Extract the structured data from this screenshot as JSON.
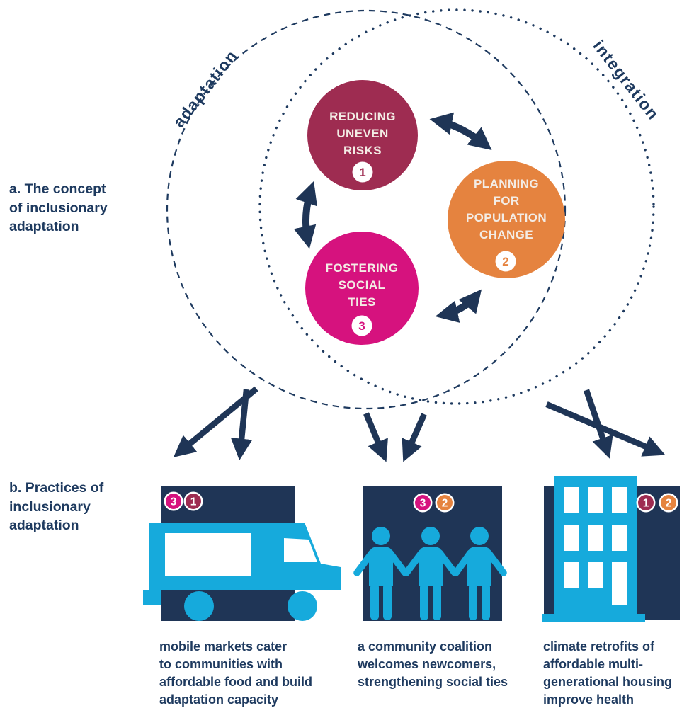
{
  "figure": {
    "section_a": {
      "lines": [
        "a. The concept",
        "of inclusionary",
        "adaptation"
      ]
    },
    "section_b": {
      "lines": [
        "b. Practices of",
        "inclusionary",
        "adaptation"
      ]
    }
  },
  "venn": {
    "adaptation_label": "adaptation",
    "integration_label": "integration"
  },
  "concepts": [
    {
      "number": "1",
      "color": "#9e2c51",
      "lines": [
        "REDUCING",
        "UNEVEN",
        "RISKS"
      ]
    },
    {
      "number": "2",
      "color": "#e5833f",
      "lines": [
        "PLANNING",
        "FOR",
        "POPULATION",
        "CHANGE"
      ]
    },
    {
      "number": "3",
      "color": "#d6127e",
      "lines": [
        "FOSTERING",
        "SOCIAL",
        "TIES"
      ]
    }
  ],
  "practices": [
    {
      "icon": "food-truck",
      "badges": [
        {
          "number": "3",
          "color": "#d6127e"
        },
        {
          "number": "1",
          "color": "#9e2c51"
        }
      ],
      "caption": [
        "mobile markets cater",
        "to communities with",
        "affordable food and build",
        "adaptation capacity"
      ]
    },
    {
      "icon": "people-holding-hands",
      "badges": [
        {
          "number": "3",
          "color": "#d6127e"
        },
        {
          "number": "2",
          "color": "#e5833f"
        }
      ],
      "caption": [
        "a community coalition",
        "welcomes newcomers,",
        "strengthening social ties"
      ]
    },
    {
      "icon": "apartment-building",
      "badges": [
        {
          "number": "1",
          "color": "#9e2c51"
        },
        {
          "number": "2",
          "color": "#e5833f"
        }
      ],
      "caption": [
        "climate retrofits of",
        "affordable multi-",
        "generational housing",
        "improve health"
      ]
    }
  ],
  "colors": {
    "navy": "#1f3556",
    "text_navy": "#1e3a5f",
    "cyan": "#16aadc",
    "maroon": "#9e2c51",
    "orange": "#e5833f",
    "pink": "#d6127e",
    "cream": "#f3ece5"
  }
}
